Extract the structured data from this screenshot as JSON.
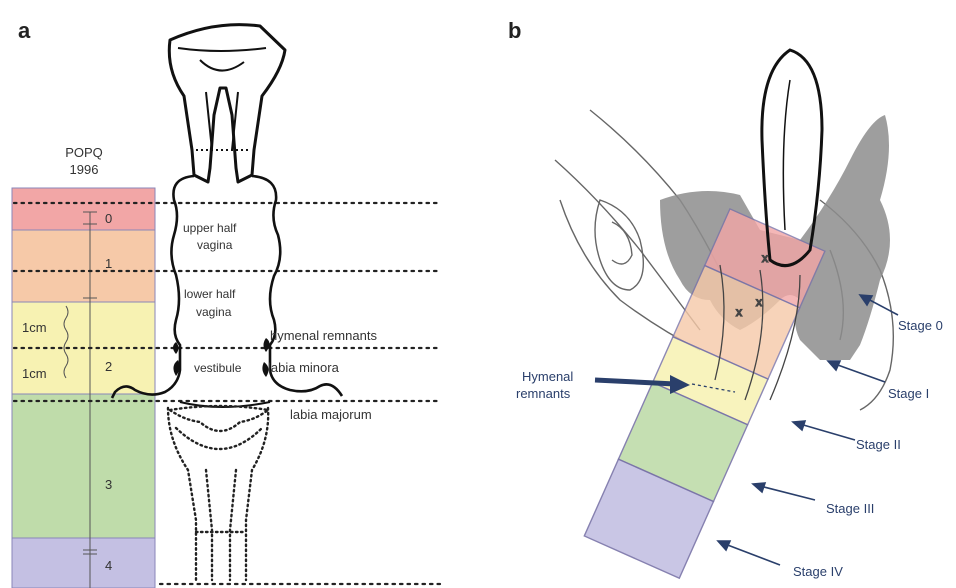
{
  "panel_a": {
    "letter": "a",
    "popq_title_1": "POPQ",
    "popq_title_2": "1996",
    "levels": [
      "0",
      "1",
      "2",
      "3",
      "4"
    ],
    "cm_labels": [
      "1cm",
      "1cm"
    ],
    "region_labels": {
      "upper_1": "upper half",
      "upper_2": "vagina",
      "lower_1": "lower half",
      "lower_2": "vagina",
      "vestibule": "vestibule",
      "hymenal": "hymenal remnants",
      "minora": "labia minora",
      "majorum": "labia majorum"
    },
    "colors": {
      "level0": "#f2a6a6",
      "level1": "#f6c9a8",
      "level2": "#f7f2b2",
      "level3": "#bfdcaa",
      "level4": "#c4c0e3"
    }
  },
  "panel_b": {
    "letter": "b",
    "hymenal_1": "Hymenal",
    "hymenal_2": "remnants",
    "stages": [
      "Stage 0",
      "Stage I",
      "Stage II",
      "Stage III",
      "Stage IV"
    ],
    "arrow_color": "#2a3f6b"
  }
}
